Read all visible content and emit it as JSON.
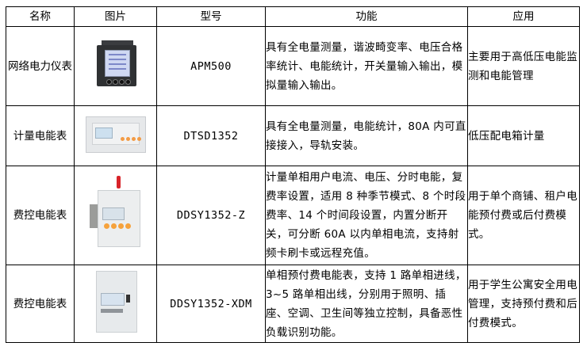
{
  "table": {
    "headers": [
      "名称",
      "图片",
      "型号",
      "功能",
      "应用"
    ],
    "rows": [
      {
        "name": "网络电力仪表",
        "picture": "apm500-panel-meter-image",
        "model": "APM500",
        "function": "具有全电量测量，谐波畸变率、电压合格率统计、电能统计，开关量输入输出，模拟量输入输出。",
        "application": "主要用于高低压电能监测和电能管理"
      },
      {
        "name": "计量电能表",
        "picture": "dtsd1352-din-rail-meter-image",
        "model": "DTSD1352",
        "function": "具有全电量测量，电能统计，80A 内可直接接入，导轨安装。",
        "application": "低压配电箱计量"
      },
      {
        "name": "费控电能表",
        "picture": "ddsy1352-z-prepaid-meter-image",
        "model": "DDSY1352-Z",
        "function": "计量单相用户电流、电压、分时电能，复费率设置，适用 8 种季节模式、8 个时段费率、14 个时间段设置，内置分断开关，可分断 60A 以内单相电流，支持射频卡刷卡或远程充值。",
        "application": "用于单个商铺、租户电能预付费或后付费模式。"
      },
      {
        "name": "费控电能表",
        "picture": "ddsy1352-xdm-prepaid-meter-image",
        "model": "DDSY1352-XDM",
        "function": "单相预付费电能表，支持 1 路单相进线，3~5 路单相出线，分别用于照明、插座、空调、卫生间等独立控制，具备恶性负载识别功能。",
        "application": "用于学生公寓安全用电管理，支持预付费和后付费模式。"
      }
    ]
  },
  "colors": {
    "border": "#000000",
    "background": "#ffffff",
    "antenna_red": "#d8242a",
    "button_orange": "#f39b45"
  }
}
